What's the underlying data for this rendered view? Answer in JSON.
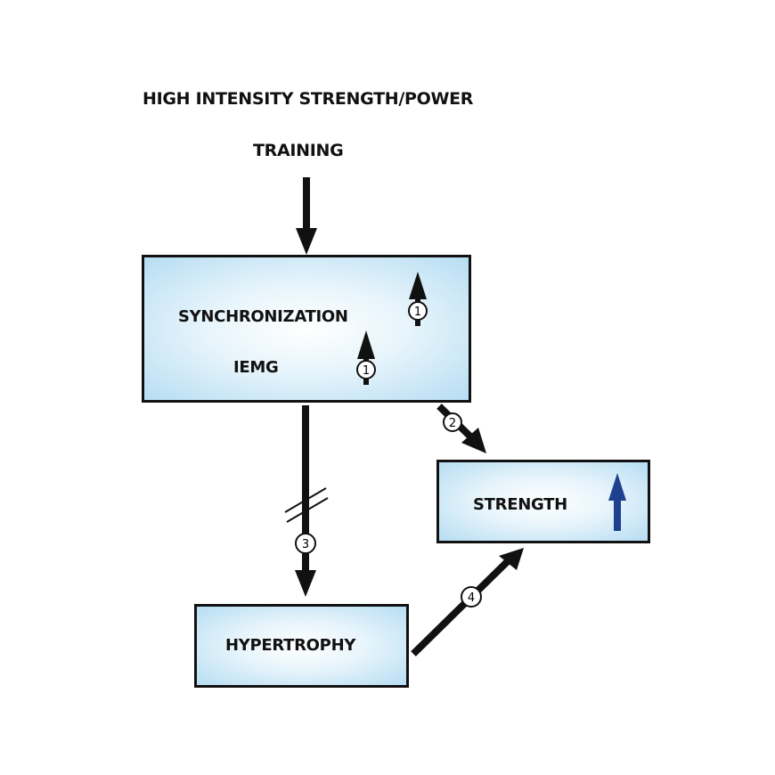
{
  "title": {
    "line1": "HIGH INTENSITY STRENGTH/POWER",
    "line2": "TRAINING"
  },
  "boxes": {
    "neural": {
      "labels": [
        "SYNCHRONIZATION",
        "IEMG"
      ],
      "indicators": [
        {
          "target": "SYNCHRONIZATION",
          "direction": "up",
          "ref": "1"
        },
        {
          "target": "IEMG",
          "direction": "up",
          "ref": "1"
        }
      ]
    },
    "strength": {
      "label": "STRENGTH",
      "indicator": {
        "direction": "up",
        "color": "#1f3f8f"
      }
    },
    "hypertrophy": {
      "label": "HYPERTROPHY"
    }
  },
  "connections": [
    {
      "from": "TRAINING",
      "to": "neural box",
      "ref": ""
    },
    {
      "from": "neural box",
      "to": "STRENGTH",
      "ref": "2"
    },
    {
      "from": "neural box",
      "to": "HYPERTROPHY",
      "ref": "3",
      "interrupted": true
    },
    {
      "from": "HYPERTROPHY",
      "to": "STRENGTH",
      "ref": "4"
    }
  ],
  "colors": {
    "box_fill_edge": "#b6ddf3",
    "box_fill_center": "#ffffff",
    "stroke": "#111111",
    "strength_arrow": "#1f3f8f"
  }
}
